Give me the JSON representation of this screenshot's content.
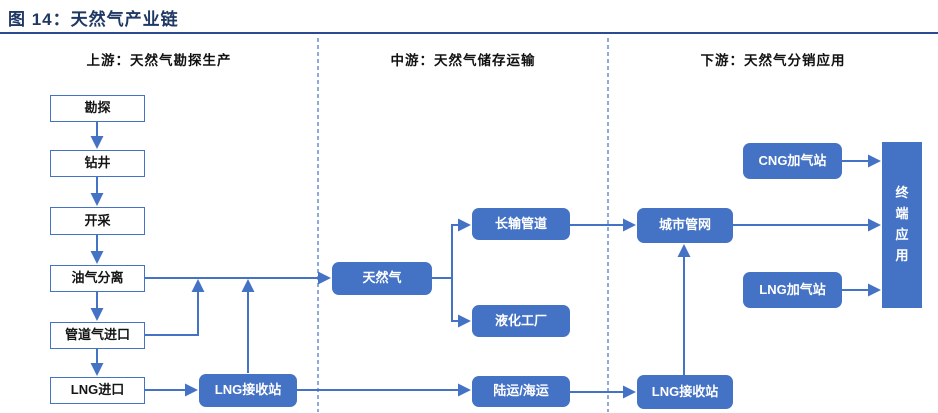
{
  "figure": {
    "label": "图 14：",
    "title": "天然气产业链"
  },
  "sections": {
    "upstream": {
      "header": "上游：天然气勘探生产"
    },
    "midstream": {
      "header": "中游：天然气储存运输"
    },
    "downstream": {
      "header": "下游：天然气分销应用"
    }
  },
  "nodes": {
    "exploration": {
      "label": "勘探",
      "style": "outline"
    },
    "drilling": {
      "label": "钻井",
      "style": "outline"
    },
    "extraction": {
      "label": "开采",
      "style": "outline"
    },
    "oil_gas_separation": {
      "label": "油气分离",
      "style": "outline"
    },
    "pipeline_gas_import": {
      "label": "管道气进口",
      "style": "outline"
    },
    "lng_import": {
      "label": "LNG进口",
      "style": "outline"
    },
    "lng_receiving_upstream": {
      "label": "LNG接收站",
      "style": "filled"
    },
    "natural_gas": {
      "label": "天然气",
      "style": "filled"
    },
    "long_distance_pipeline": {
      "label": "长输管道",
      "style": "filled"
    },
    "liquefaction_plant": {
      "label": "液化工厂",
      "style": "filled"
    },
    "land_sea_transport": {
      "label": "陆运/海运",
      "style": "filled"
    },
    "city_pipeline_network": {
      "label": "城市管网",
      "style": "filled"
    },
    "lng_receiving_downstream": {
      "label": "LNG接收站",
      "style": "filled"
    },
    "cng_station": {
      "label": "CNG加气站",
      "style": "filled"
    },
    "lng_station": {
      "label": "LNG加气站",
      "style": "filled"
    },
    "terminal_application": {
      "label": "终端应用",
      "style": "filled-vertical"
    }
  },
  "colors": {
    "accent_blue": "#4472C4",
    "title_navy": "#1F3864",
    "rule_blue": "#2a4a94",
    "node_text_dark": "#151515",
    "node_text_light": "#ffffff",
    "background": "#ffffff"
  }
}
